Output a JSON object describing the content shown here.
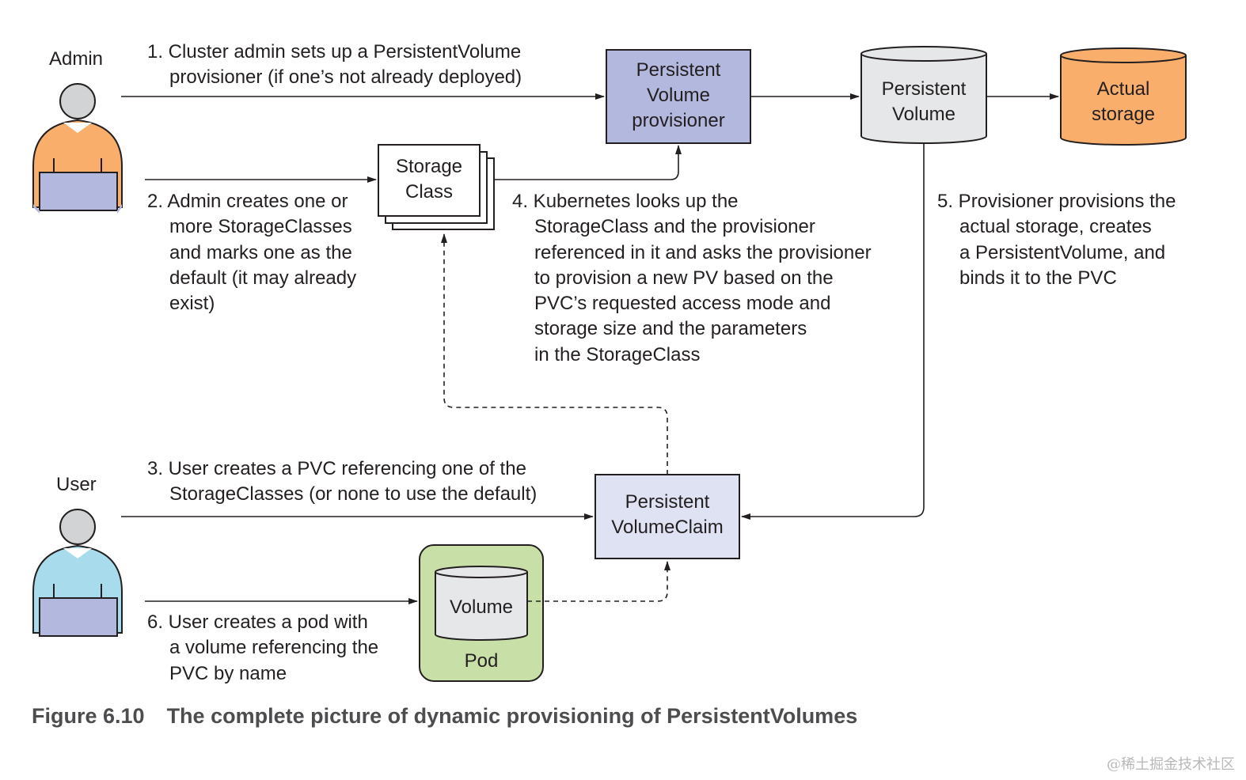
{
  "actors": {
    "admin": {
      "label": "Admin",
      "shirt_color": "#f9ae6b"
    },
    "user": {
      "label": "User",
      "shirt_color": "#a8dcec"
    }
  },
  "components": {
    "provisioner": {
      "lines": [
        "Persistent",
        "Volume",
        "provisioner"
      ],
      "fill": "#b3b8df"
    },
    "persistent_volume": {
      "lines": [
        "Persistent",
        "Volume"
      ],
      "fill": "#e6e7e8"
    },
    "actual_storage": {
      "lines": [
        "Actual",
        "storage"
      ],
      "fill": "#f9ae6b"
    },
    "storage_class": {
      "lines": [
        "Storage",
        "Class"
      ],
      "fill": "#ffffff"
    },
    "pvc": {
      "lines": [
        "Persistent",
        "VolumeClaim"
      ],
      "fill": "#dfe2f3"
    },
    "pod": {
      "label": "Pod",
      "fill": "#c8e0a8"
    },
    "volume": {
      "label": "Volume",
      "fill": "#e6e7e8"
    }
  },
  "steps": {
    "step1": {
      "lines": [
        "1. Cluster admin sets up a PersistentVolume",
        "provisioner (if one’s not already deployed)"
      ]
    },
    "step2": {
      "lines": [
        "2. Admin creates one or",
        "more StorageClasses",
        "and marks one as the",
        "default (it may already",
        "exist)"
      ]
    },
    "step3": {
      "lines": [
        "3. User creates a PVC referencing one of the",
        "StorageClasses (or none to use the default)"
      ]
    },
    "step4": {
      "lines": [
        "4. Kubernetes looks up the",
        "StorageClass and the provisioner",
        "referenced in it and asks the provisioner",
        "to provision a new PV based on the",
        "PVC’s requested access mode and",
        "storage size and the parameters",
        "in the StorageClass"
      ]
    },
    "step5": {
      "lines": [
        "5. Provisioner provisions the",
        "actual storage, creates",
        "a PersistentVolume, and",
        "binds it to the PVC"
      ]
    },
    "step6": {
      "lines": [
        "6. User creates a pod with",
        "a volume referencing the",
        "PVC by name"
      ]
    }
  },
  "caption": {
    "number": "Figure 6.10",
    "text": "The complete picture of dynamic provisioning of PersistentVolumes"
  },
  "watermark": "@稀土掘金技术社区"
}
